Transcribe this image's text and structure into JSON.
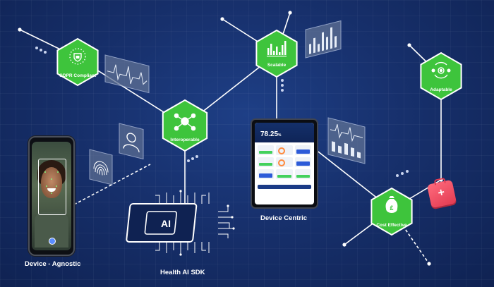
{
  "hexagons": {
    "gdpr": {
      "label": "GDPR Compliant",
      "icon": "shield-lock-icon"
    },
    "scalable": {
      "label": "Scalable",
      "icon": "bar-chart-icon"
    },
    "interoperable": {
      "label": "Interoperable",
      "icon": "network-icon"
    },
    "adaptable": {
      "label": "Adaptable",
      "icon": "cycle-gear-icon"
    },
    "cost_effective": {
      "label": "Cost Effective",
      "icon": "pound-money-bag-icon"
    }
  },
  "captions": {
    "device_agnostic": "Device - Agnostic",
    "health_ai_sdk": "Health AI SDK",
    "device_centric": "Device Centric"
  },
  "chip": {
    "label": "AI"
  },
  "tablet": {
    "value": "78.25",
    "unit": "%"
  },
  "colors": {
    "background": "#17306c",
    "hex_green": "#3ec43c",
    "line": "#ffffff",
    "medkit": "#e23b52"
  }
}
